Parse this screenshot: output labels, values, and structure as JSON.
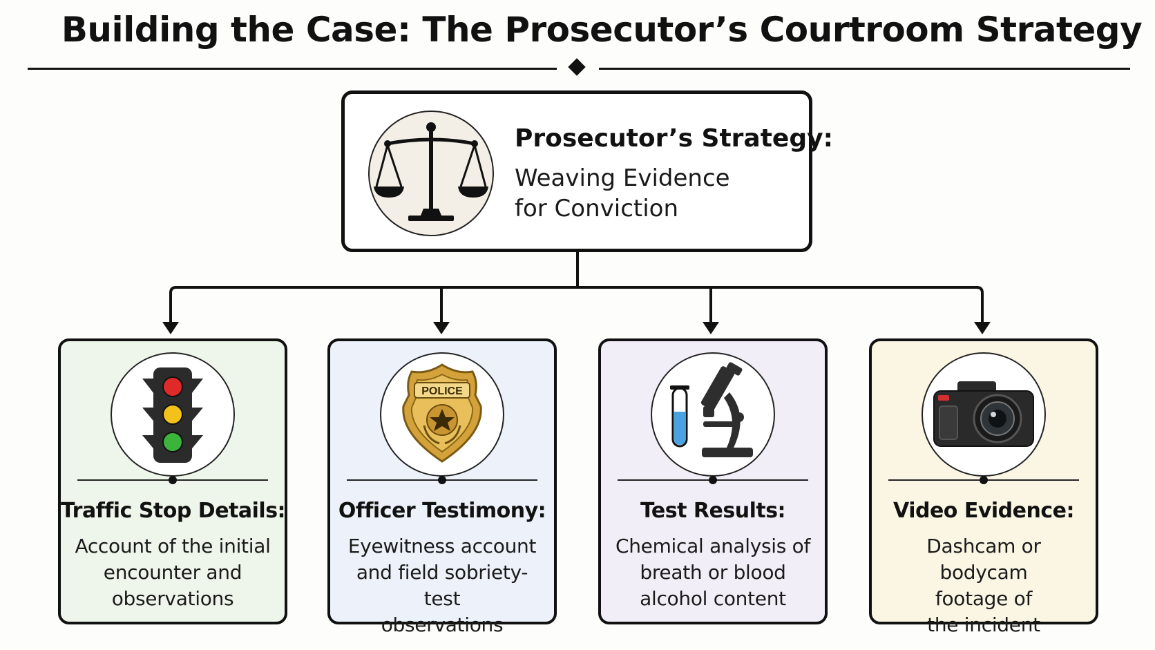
{
  "title": "Building the Case: The Prosecutor’s Courtroom Strategy",
  "main": {
    "title": "Prosecutor’s Strategy:",
    "subtitle_line1": "Weaving Evidence",
    "subtitle_line2": "for Conviction",
    "icon": "scales-of-justice-icon"
  },
  "cards": [
    {
      "title": "Traffic Stop Details:",
      "line1": "Account of the initial",
      "line2": "encounter and",
      "line3": "observations",
      "icon": "traffic-light-icon",
      "background": "#eef5ea"
    },
    {
      "title": "Officer Testimony:",
      "line1": "Eyewitness account",
      "line2": "and field sobriety-test",
      "line3": "observations",
      "icon": "police-badge-icon",
      "badge_text": "POLICE",
      "background": "#edf2fa"
    },
    {
      "title": "Test Results:",
      "line1": "Chemical analysis of",
      "line2": "breath or blood",
      "line3": "alcohol content",
      "icon": "microscope-icon",
      "background": "#f2eef8"
    },
    {
      "title": "Video Evidence:",
      "line1": "Dashcam or bodycam",
      "line2": "footage of",
      "line3": "the incident",
      "icon": "camera-icon",
      "background": "#faf6e3"
    }
  ],
  "colors": {
    "line": "#111111",
    "traffic_red": "#e02a2a",
    "traffic_yellow": "#f2c21b",
    "traffic_green": "#3cb43c",
    "badge_gold": "#d4a23a",
    "test_tube_blue": "#4aa3e0"
  }
}
